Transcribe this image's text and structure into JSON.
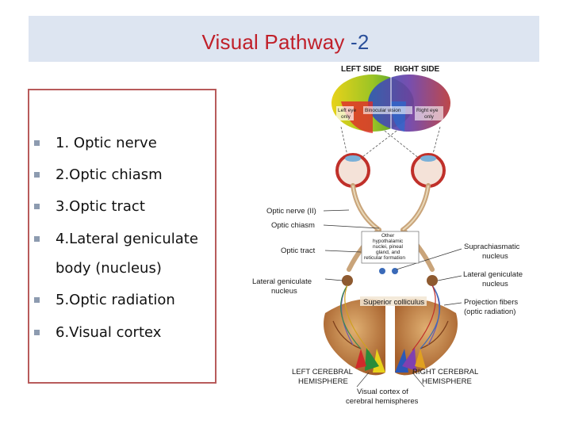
{
  "slide": {
    "title": "Visual Pathway",
    "title_num": "-2"
  },
  "list": [
    {
      "text": "1. Optic nerve"
    },
    {
      "text": "2.Optic chiasm"
    },
    {
      "text": "3.Optic tract"
    },
    {
      "text": "4.Lateral geniculate"
    },
    {
      "text": "body (nucleus)"
    },
    {
      "text": "5.Optic radiation"
    },
    {
      "text": "6.Visual cortex"
    }
  ],
  "diagram": {
    "left_side": "LEFT SIDE",
    "right_side": "RIGHT SIDE",
    "left_eye_only_1": "Left eye",
    "left_eye_only_2": "only",
    "binocular": "Binocular vision",
    "right_eye_only_1": "Right eye",
    "right_eye_only_2": "only",
    "optic_nerve": "Optic nerve (II)",
    "optic_chiasm": "Optic chiasm",
    "optic_tract": "Optic tract",
    "lgn_left_1": "Lateral geniculate",
    "lgn_left_2": "nucleus",
    "other_1": "Other",
    "other_2": "hypothalamic",
    "other_3": "nuclei, pineal",
    "other_4": "gland, and",
    "other_5": "reticular formation",
    "supra_1": "Suprachiasmatic",
    "supra_2": "nucleus",
    "lgn_right_1": "Lateral geniculate",
    "lgn_right_2": "nucleus",
    "sup_coll": "Superior colliculus",
    "proj_1": "Projection fibers",
    "proj_2": "(optic radiation)",
    "lch_1": "LEFT CEREBRAL",
    "lch_2": "HEMISPHERE",
    "rch_1": "RIGHT CEREBRAL",
    "rch_2": "HEMISPHERE",
    "vc_1": "Visual cortex of",
    "vc_2": "cerebral hemispheres"
  },
  "colors": {
    "title_red": "#c0202a",
    "title_blue": "#2a4f9a",
    "title_bar": "#dde5f1",
    "box_border": "#b85b5b"
  }
}
